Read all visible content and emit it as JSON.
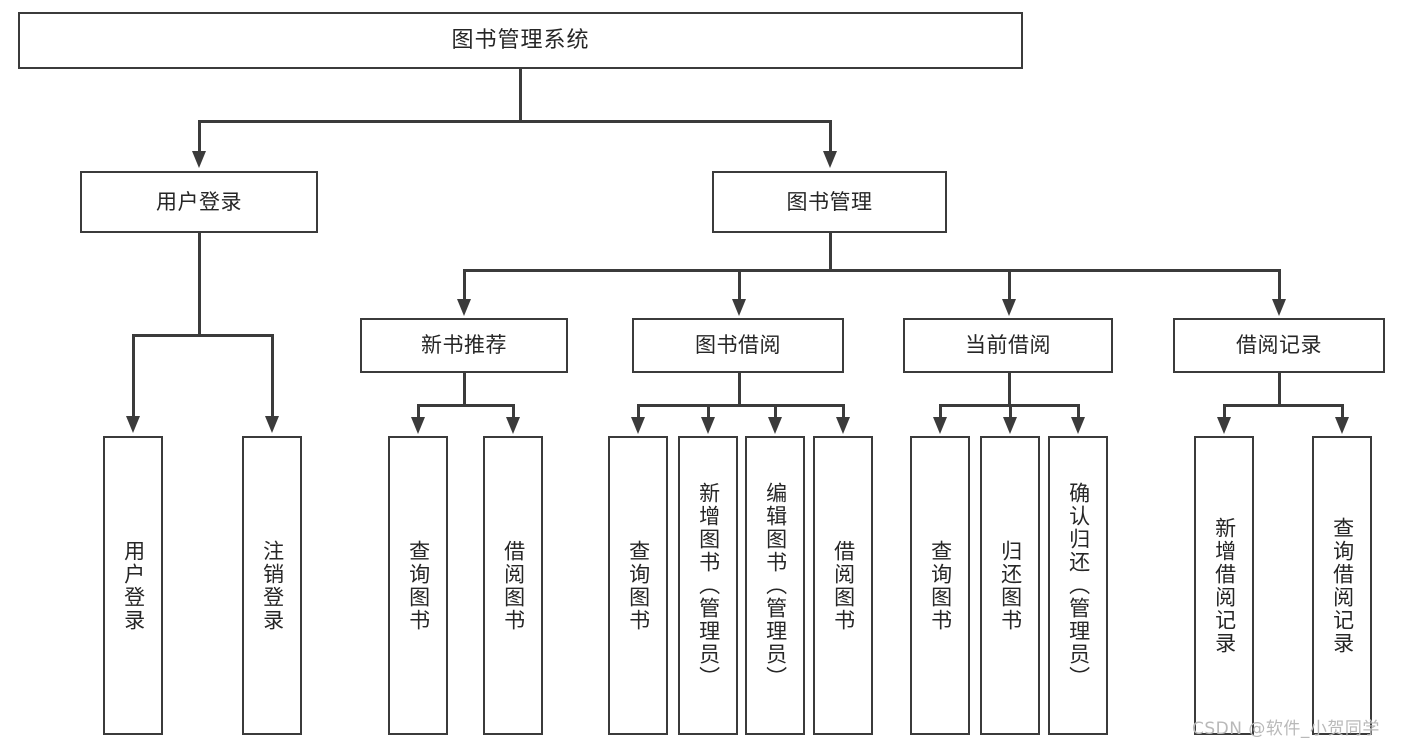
{
  "diagram": {
    "type": "tree-hierarchy-chart",
    "title": "图书管理系统",
    "colors": {
      "background": "#ffffff",
      "border": "#3b3b3b",
      "text": "#262626",
      "watermark": "#b9b9b9"
    },
    "root": {
      "label": "图书管理系统"
    },
    "level2": [
      {
        "label": "用户登录"
      },
      {
        "label": "图书管理"
      }
    ],
    "level3": [
      {
        "label": "新书推荐"
      },
      {
        "label": "图书借阅"
      },
      {
        "label": "当前借阅"
      },
      {
        "label": "借阅记录"
      }
    ],
    "leaves": {
      "user_login": [
        {
          "label": "用户登录"
        },
        {
          "label": "注销登录"
        }
      ],
      "new_book_recommend": [
        {
          "label": "查询图书"
        },
        {
          "label": "借阅图书"
        }
      ],
      "book_borrow": [
        {
          "label": "查询图书"
        },
        {
          "label": "新增图书（管理员）"
        },
        {
          "label": "编辑图书（管理员）"
        },
        {
          "label": "借阅图书"
        }
      ],
      "current_borrow": [
        {
          "label": "查询图书"
        },
        {
          "label": "归还图书"
        },
        {
          "label": "确认归还（管理员）"
        }
      ],
      "borrow_record": [
        {
          "label": "新增借阅记录"
        },
        {
          "label": "查询借阅记录"
        }
      ]
    },
    "watermark": "CSDN @软件_小贺同学"
  }
}
